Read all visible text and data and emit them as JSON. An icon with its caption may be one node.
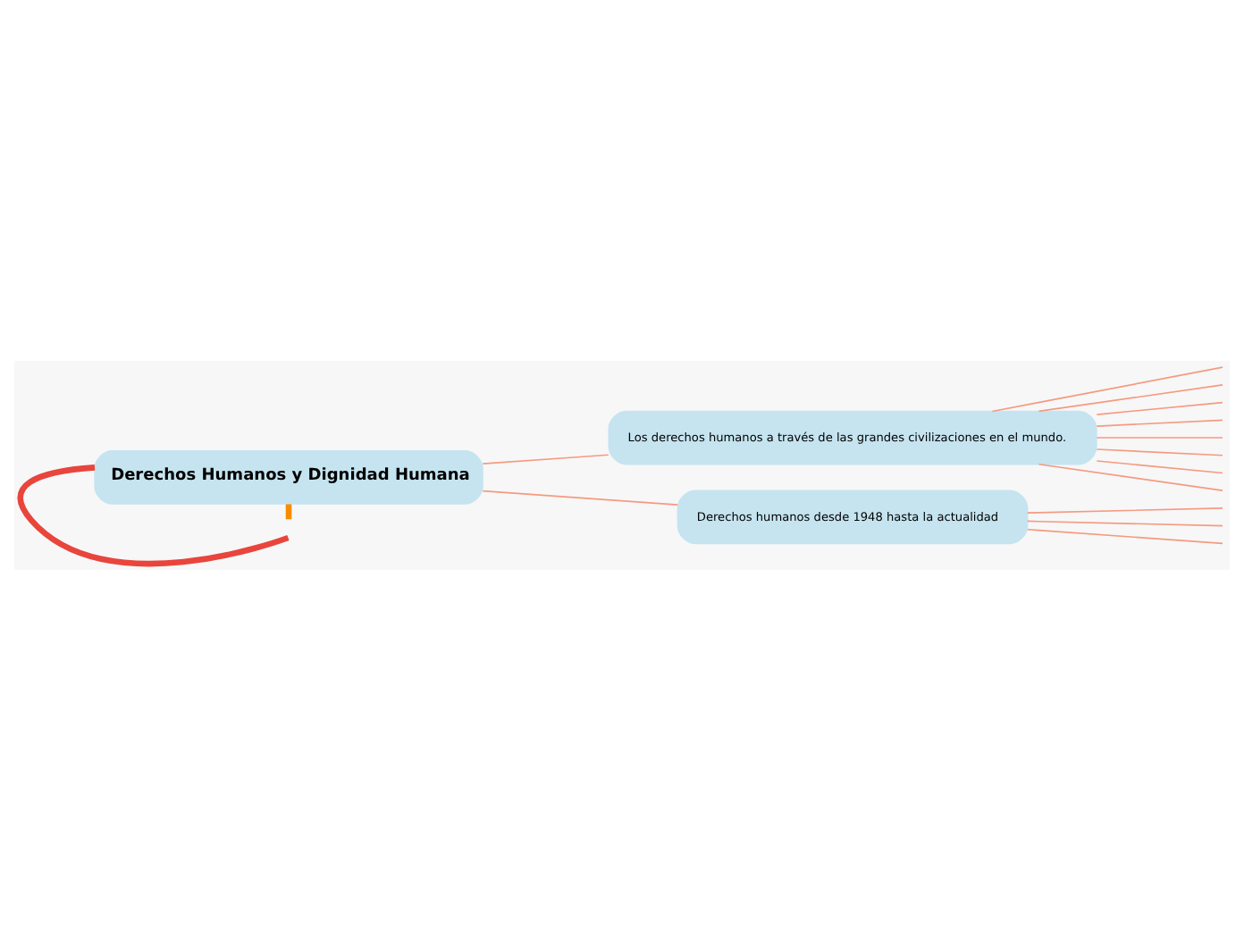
{
  "diagram": {
    "nodes": [
      {
        "text": [
          "Derechos Humanos y Dignidad Humana"
        ]
      },
      {
        "text": [
          "Los derechos humanos a través de las grandes civilizaciones en el mundo."
        ]
      },
      {
        "text": [
          "Derechos humanos desde 1948 hasta la actualidad"
        ]
      }
    ],
    "edges": [
      {
        "from": null,
        "to": 0,
        "arrow": "none",
        "style": "thick",
        "color": "#e8453c"
      },
      {
        "from": 0,
        "to": null,
        "arrow": "none",
        "style": "thick",
        "color": "#f98b00"
      },
      {
        "from": 0,
        "to": 1,
        "arrow": "none"
      },
      {
        "from": 0,
        "to": 2,
        "arrow": "none"
      },
      {
        "from": 1,
        "to": null,
        "arrow": "none"
      },
      {
        "from": 1,
        "to": null,
        "arrow": "none"
      },
      {
        "from": 1,
        "to": null,
        "arrow": "none"
      },
      {
        "from": 1,
        "to": null,
        "arrow": "none"
      },
      {
        "from": 1,
        "to": null,
        "arrow": "none"
      },
      {
        "from": 1,
        "to": null,
        "arrow": "none"
      },
      {
        "from": 1,
        "to": null,
        "arrow": "none"
      },
      {
        "from": 1,
        "to": null,
        "arrow": "none"
      },
      {
        "from": 2,
        "to": null,
        "arrow": "none"
      },
      {
        "from": 2,
        "to": null,
        "arrow": "none"
      },
      {
        "from": 2,
        "to": null,
        "arrow": "none"
      }
    ]
  }
}
